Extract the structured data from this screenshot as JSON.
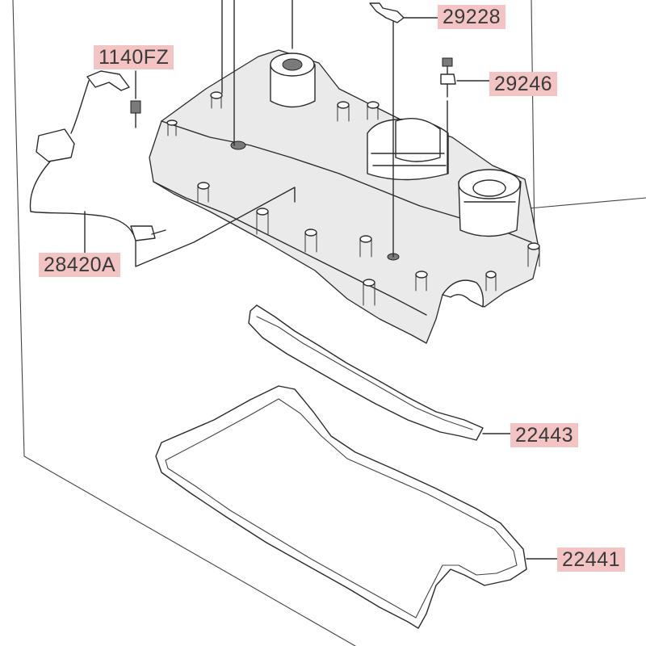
{
  "diagram": {
    "callouts": [
      {
        "id": "29228",
        "label": "29228"
      },
      {
        "id": "1140fz",
        "label": "1140FZ"
      },
      {
        "id": "29246",
        "label": "29246"
      },
      {
        "id": "28420a",
        "label": "28420A"
      },
      {
        "id": "22443",
        "label": "22443"
      },
      {
        "id": "22441",
        "label": "22441"
      }
    ],
    "colors": {
      "label_background": "#f3c4c4",
      "label_text": "#3a3a3a",
      "line": "#2b2b2b",
      "background": "#ffffff"
    }
  }
}
